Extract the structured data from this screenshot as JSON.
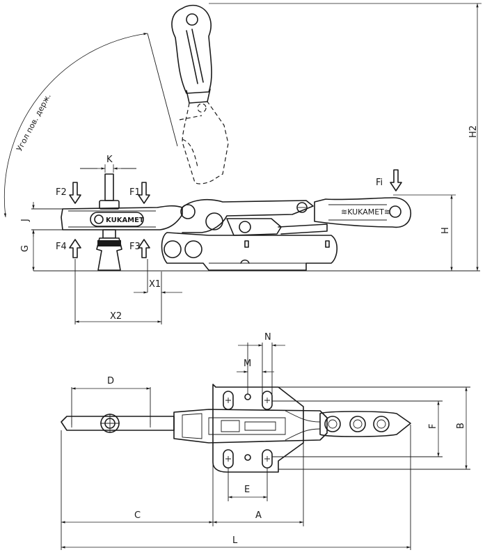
{
  "labels": {
    "K": "K",
    "F2": "F2",
    "F1": "F1",
    "Fi": "Fi",
    "J": "J",
    "G": "G",
    "F4": "F4",
    "F3": "F3",
    "X1": "X1",
    "X2": "X2",
    "H": "H",
    "H2": "H2",
    "angle": "Угол пов. держ.",
    "brand": "KUKAMET",
    "D": "D",
    "N": "N",
    "M": "M",
    "F": "F",
    "B": "B",
    "E": "E",
    "C": "C",
    "A": "A",
    "L": "L"
  }
}
